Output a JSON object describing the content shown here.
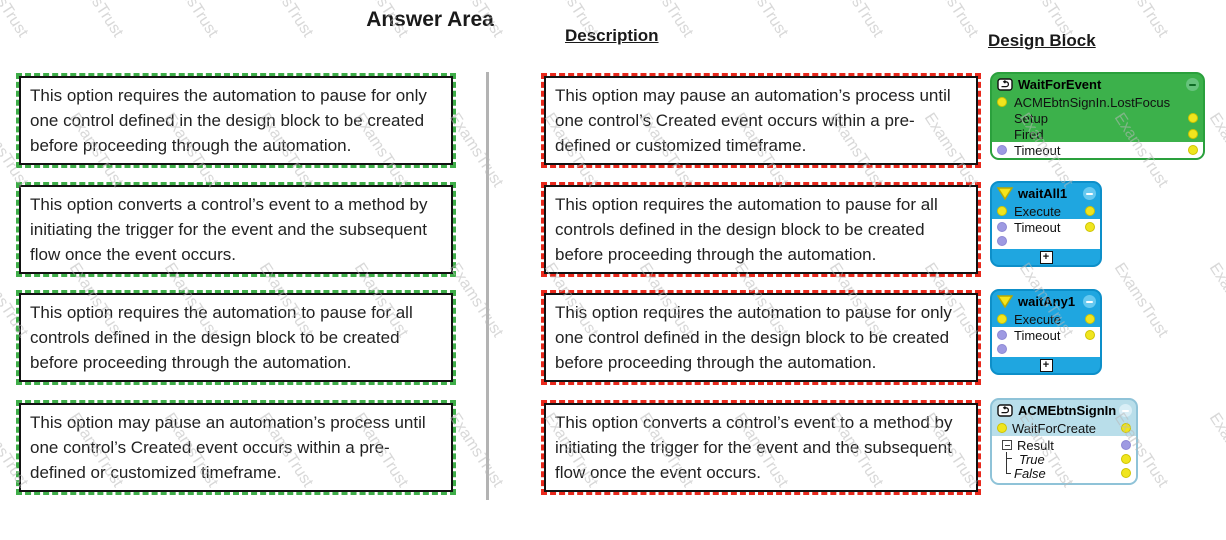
{
  "title": "Answer Area",
  "watermark": {
    "text": "ExamsTrust"
  },
  "headers": {
    "description": "Description",
    "design_block": "Design Block"
  },
  "answer_options": [
    {
      "text": "This option requires the automation to pause for only one control defined in the design block to be created before proceeding through the automation."
    },
    {
      "text": "This option converts a control’s event to a method by initiating the trigger for the event and the subsequent flow once the event occurs."
    },
    {
      "text": "This option requires the automation to pause for all controls defined in the design block to be created before proceeding through the automation."
    },
    {
      "text": "This option may pause an automation’s process until one control’s Created event occurs within a pre-defined or customized timeframe."
    }
  ],
  "descriptions": [
    {
      "text": "This option may pause an automation’s process until one control’s Created event occurs within a pre-defined or customized timeframe."
    },
    {
      "text": "This option requires the automation to pause for all controls defined in the design block to be created before proceeding through the automation."
    },
    {
      "text": "This option requires the automation to pause for only one control defined in the design block to be created before proceeding through the automation."
    },
    {
      "text": "This option converts a control’s event to a method by initiating the trigger for the event and the subsequent flow once the event occurs."
    }
  ],
  "design_blocks": {
    "wait_for_event": {
      "name": "WaitForEvent",
      "rows": {
        "event": "ACMEbtnSignIn.LostFocus",
        "setup": "Setup",
        "fired": "Fired",
        "timeout": "Timeout"
      }
    },
    "wait_all": {
      "name": "waitAll1",
      "rows": {
        "execute": "Execute",
        "timeout": "Timeout"
      },
      "add_button": "+"
    },
    "wait_any": {
      "name": "waitAny1",
      "rows": {
        "execute": "Execute",
        "timeout": "Timeout"
      },
      "add_button": "+"
    },
    "acme_btn_sign_in": {
      "name": "ACMEbtnSignIn",
      "rows": {
        "wait_for_create": "WaitForCreate"
      },
      "tree": {
        "root": "Result",
        "children": [
          "True",
          "False"
        ]
      }
    }
  },
  "colors": {
    "option_dashed_border": "#3fae49",
    "description_dashed_border": "#e8291c",
    "block_green": "#3cb14b",
    "block_blue": "#1fa6e0",
    "block_light_blue": "#b9deea",
    "port_yellow": "#f0e51e",
    "port_lavender": "#9e9ae2"
  }
}
